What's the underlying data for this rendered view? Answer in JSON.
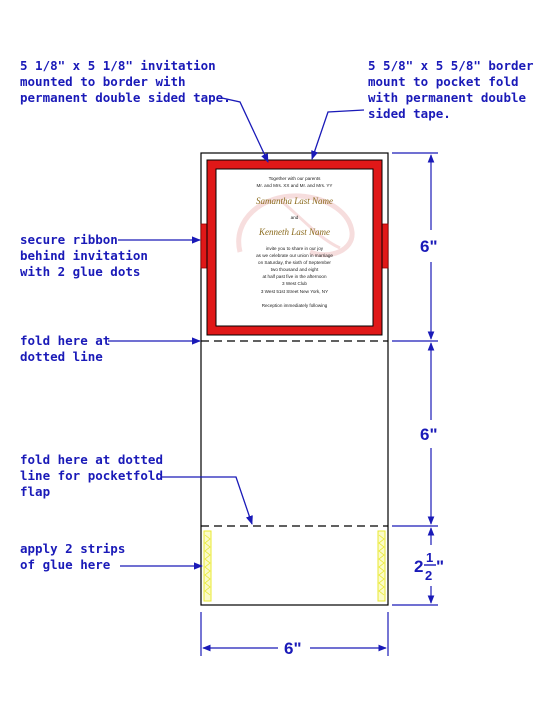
{
  "annotations": {
    "invitation_mount": [
      "5 1/8\" x 5 1/8\" invitation",
      "mounted to border with",
      "permanent double sided tape."
    ],
    "border_mount": [
      "5 5/8\" x 5 5/8\" border",
      "mount to pocket fold",
      "with permanent double",
      "sided tape."
    ],
    "ribbon": [
      "secure ribbon",
      "behind invitation",
      "with 2 glue dots"
    ],
    "fold_dotted": [
      "fold here at",
      "dotted line"
    ],
    "fold_pocket": [
      "fold here at dotted",
      "line for pocketfold",
      "flap"
    ],
    "glue": [
      "apply 2 strips",
      "of glue here"
    ]
  },
  "dimensions": {
    "top_panel": "6\"",
    "middle_panel": "6\"",
    "pocket_whole": "2",
    "pocket_num": "1",
    "pocket_den": "2",
    "pocket_inch": "\"",
    "width": "6\""
  },
  "invitation": {
    "line1": "Together with our parents",
    "line2": "Mr. and Mrs. XX and Mr. and Mrs. YY",
    "name1": "Samantha Last Name",
    "and": "and",
    "name2": "Kenneth Last Name",
    "line3": "invite you to share in our joy",
    "line4": "as we celebrate our union in marriage",
    "line5": "on Saturday, the sixth of September",
    "line6": "two thousand and eight",
    "line7": "at half past five in the afternoon",
    "line8": "3 West Club",
    "line9": "3 West 51st Street New York, NY",
    "line10": "Reception immediately following"
  },
  "colors": {
    "annotation": "#1a1ab8",
    "border": "#e01818",
    "glue": "#e8e830",
    "outline": "#000000"
  }
}
